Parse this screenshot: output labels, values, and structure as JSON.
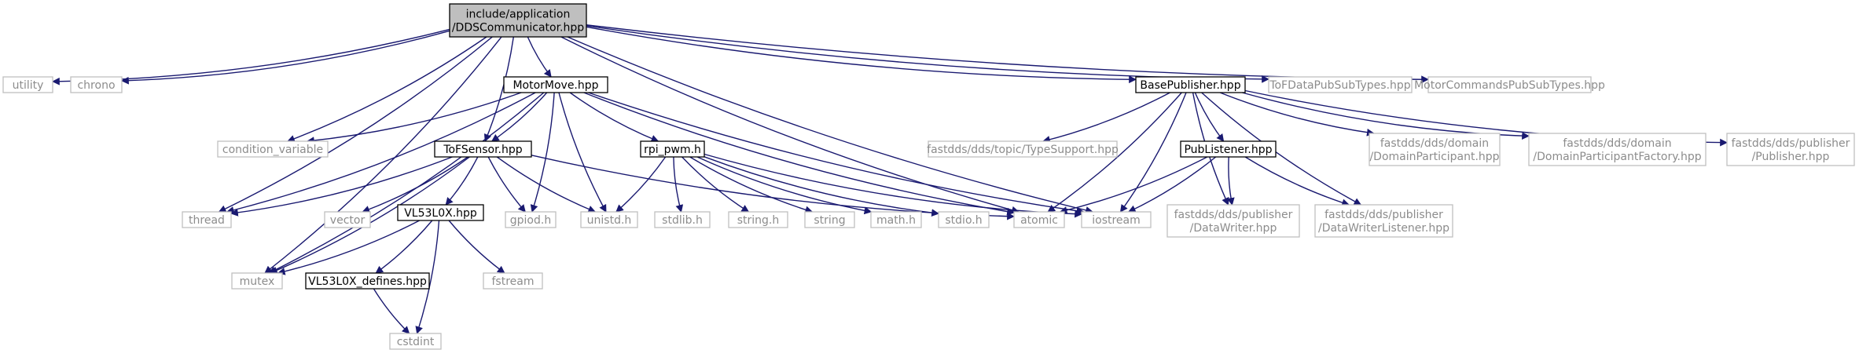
{
  "diagram": {
    "colors": {
      "edge": "#191970",
      "root_fill": "#bfbfbf",
      "local_border": "#000000",
      "system_border": "#bfbfbf",
      "system_text": "#8c8c8c"
    },
    "nodes": [
      {
        "id": "root",
        "kind": "root",
        "lines": [
          "include/application",
          "/DDSCommunicator.hpp"
        ]
      },
      {
        "id": "utility",
        "kind": "system",
        "lines": [
          "utility"
        ]
      },
      {
        "id": "chrono",
        "kind": "system",
        "lines": [
          "chrono"
        ]
      },
      {
        "id": "condition_variable",
        "kind": "system",
        "lines": [
          "condition_variable"
        ]
      },
      {
        "id": "thread",
        "kind": "system",
        "lines": [
          "thread"
        ]
      },
      {
        "id": "mutex",
        "kind": "system",
        "lines": [
          "mutex"
        ]
      },
      {
        "id": "motormove",
        "kind": "local",
        "lines": [
          "MotorMove.hpp"
        ]
      },
      {
        "id": "tofsensor",
        "kind": "local",
        "lines": [
          "ToFSensor.hpp"
        ]
      },
      {
        "id": "rpi_pwm",
        "kind": "local",
        "lines": [
          "rpi_pwm.h"
        ]
      },
      {
        "id": "vl53l0x",
        "kind": "local",
        "lines": [
          "VL53L0X.hpp"
        ]
      },
      {
        "id": "vl53l0x_defines",
        "kind": "local",
        "lines": [
          "VL53L0X_defines.hpp"
        ]
      },
      {
        "id": "vector",
        "kind": "system",
        "lines": [
          "vector"
        ]
      },
      {
        "id": "gpiod",
        "kind": "system",
        "lines": [
          "gpiod.h"
        ]
      },
      {
        "id": "unistd",
        "kind": "system",
        "lines": [
          "unistd.h"
        ]
      },
      {
        "id": "stdlib",
        "kind": "system",
        "lines": [
          "stdlib.h"
        ]
      },
      {
        "id": "string_h",
        "kind": "system",
        "lines": [
          "string.h"
        ]
      },
      {
        "id": "string",
        "kind": "system",
        "lines": [
          "string"
        ]
      },
      {
        "id": "math",
        "kind": "system",
        "lines": [
          "math.h"
        ]
      },
      {
        "id": "stdio",
        "kind": "system",
        "lines": [
          "stdio.h"
        ]
      },
      {
        "id": "atomic",
        "kind": "system",
        "lines": [
          "atomic"
        ]
      },
      {
        "id": "iostream",
        "kind": "system",
        "lines": [
          "iostream"
        ]
      },
      {
        "id": "fstream",
        "kind": "system",
        "lines": [
          "fstream"
        ]
      },
      {
        "id": "cstdint",
        "kind": "system",
        "lines": [
          "cstdint"
        ]
      },
      {
        "id": "basepublisher",
        "kind": "local",
        "lines": [
          "BasePublisher.hpp"
        ]
      },
      {
        "id": "tofdata",
        "kind": "system",
        "lines": [
          "ToFDataPubSubTypes.hpp"
        ]
      },
      {
        "id": "motorcommands",
        "kind": "system",
        "lines": [
          "MotorCommandsPubSubTypes.hpp"
        ]
      },
      {
        "id": "typesupport",
        "kind": "system",
        "lines": [
          "fastdds/dds/topic/TypeSupport.hpp"
        ]
      },
      {
        "id": "publistener",
        "kind": "local",
        "lines": [
          "PubListener.hpp"
        ]
      },
      {
        "id": "domainparticipant",
        "kind": "system",
        "lines": [
          "fastdds/dds/domain",
          "/DomainParticipant.hpp"
        ]
      },
      {
        "id": "domainparticipantfactory",
        "kind": "system",
        "lines": [
          "fastdds/dds/domain",
          "/DomainParticipantFactory.hpp"
        ]
      },
      {
        "id": "publisher",
        "kind": "system",
        "lines": [
          "fastdds/dds/publisher",
          "/Publisher.hpp"
        ]
      },
      {
        "id": "datawriter",
        "kind": "system",
        "lines": [
          "fastdds/dds/publisher",
          "/DataWriter.hpp"
        ]
      },
      {
        "id": "datawriterlistener",
        "kind": "system",
        "lines": [
          "fastdds/dds/publisher",
          "/DataWriterListener.hpp"
        ]
      }
    ],
    "edges": [
      [
        "root",
        "utility"
      ],
      [
        "root",
        "chrono"
      ],
      [
        "root",
        "condition_variable"
      ],
      [
        "root",
        "thread"
      ],
      [
        "root",
        "mutex"
      ],
      [
        "root",
        "motormove"
      ],
      [
        "root",
        "tofsensor"
      ],
      [
        "root",
        "atomic"
      ],
      [
        "root",
        "iostream"
      ],
      [
        "root",
        "basepublisher"
      ],
      [
        "root",
        "tofdata"
      ],
      [
        "root",
        "motorcommands"
      ],
      [
        "motormove",
        "condition_variable"
      ],
      [
        "motormove",
        "thread"
      ],
      [
        "motormove",
        "mutex"
      ],
      [
        "motormove",
        "tofsensor"
      ],
      [
        "motormove",
        "rpi_pwm"
      ],
      [
        "motormove",
        "gpiod"
      ],
      [
        "motormove",
        "unistd"
      ],
      [
        "motormove",
        "atomic"
      ],
      [
        "motormove",
        "iostream"
      ],
      [
        "tofsensor",
        "thread"
      ],
      [
        "tofsensor",
        "mutex"
      ],
      [
        "tofsensor",
        "vector"
      ],
      [
        "tofsensor",
        "vl53l0x"
      ],
      [
        "tofsensor",
        "gpiod"
      ],
      [
        "tofsensor",
        "unistd"
      ],
      [
        "tofsensor",
        "atomic"
      ],
      [
        "rpi_pwm",
        "unistd"
      ],
      [
        "rpi_pwm",
        "stdlib"
      ],
      [
        "rpi_pwm",
        "string_h"
      ],
      [
        "rpi_pwm",
        "string"
      ],
      [
        "rpi_pwm",
        "math"
      ],
      [
        "rpi_pwm",
        "stdio"
      ],
      [
        "rpi_pwm",
        "iostream"
      ],
      [
        "vl53l0x",
        "mutex"
      ],
      [
        "vl53l0x",
        "vl53l0x_defines"
      ],
      [
        "vl53l0x",
        "fstream"
      ],
      [
        "vl53l0x",
        "cstdint"
      ],
      [
        "vl53l0x_defines",
        "cstdint"
      ],
      [
        "basepublisher",
        "atomic"
      ],
      [
        "basepublisher",
        "iostream"
      ],
      [
        "basepublisher",
        "typesupport"
      ],
      [
        "basepublisher",
        "publistener"
      ],
      [
        "basepublisher",
        "domainparticipant"
      ],
      [
        "basepublisher",
        "domainparticipantfactory"
      ],
      [
        "basepublisher",
        "publisher"
      ],
      [
        "basepublisher",
        "datawriter"
      ],
      [
        "basepublisher",
        "datawriterlistener"
      ],
      [
        "publistener",
        "atomic"
      ],
      [
        "publistener",
        "iostream"
      ],
      [
        "publistener",
        "datawriter"
      ],
      [
        "publistener",
        "datawriterlistener"
      ]
    ]
  }
}
